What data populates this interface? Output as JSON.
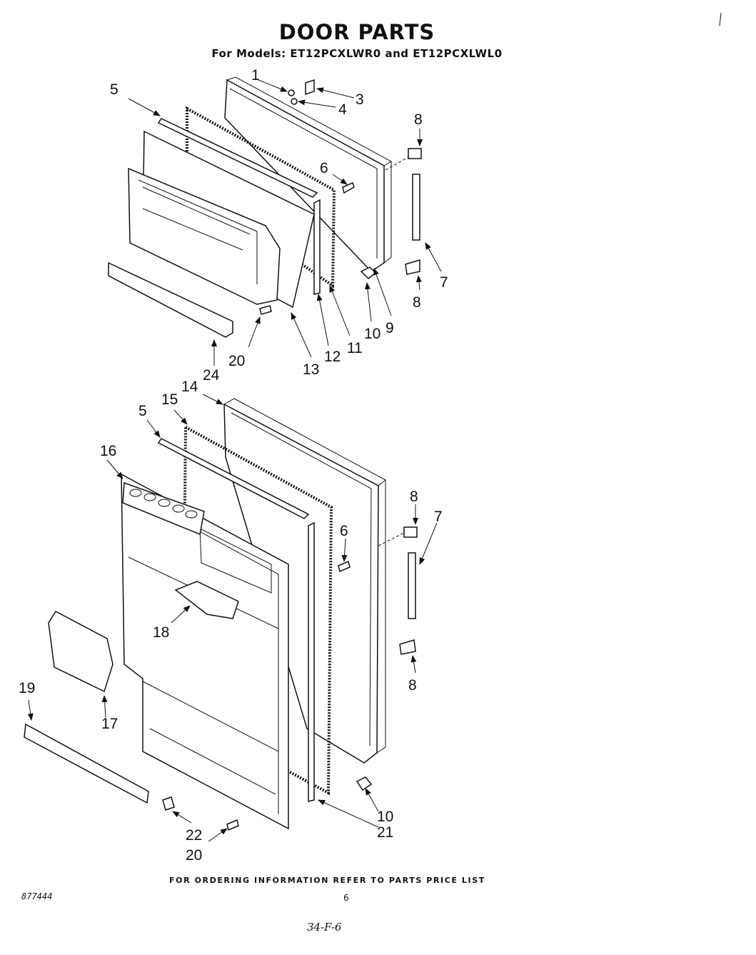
{
  "header": {
    "title": "DOOR PARTS",
    "subtitle": "For Models: ET12PCXLWR0 and ET12PCXLWL0"
  },
  "labels": {
    "upper": {
      "p1": "1",
      "p3": "3",
      "p4": "4",
      "p5": "5",
      "p6": "6",
      "p7": "7",
      "p8a": "8",
      "p8b": "8",
      "p9": "9",
      "p10": "10",
      "p11": "11",
      "p12": "12",
      "p13": "13",
      "p20": "20",
      "p24": "24"
    },
    "lower": {
      "p5": "5",
      "p6": "6",
      "p7": "7",
      "p8a": "8",
      "p8b": "8",
      "p10": "10",
      "p14": "14",
      "p15": "15",
      "p16": "16",
      "p17": "17",
      "p18": "18",
      "p19": "19",
      "p20": "20",
      "p21": "21",
      "p22": "22"
    }
  },
  "footer": {
    "note": "FOR ORDERING INFORMATION REFER TO PARTS PRICE LIST",
    "doc_number": "877444",
    "page_number": "6",
    "handwritten": "34-F-6"
  }
}
